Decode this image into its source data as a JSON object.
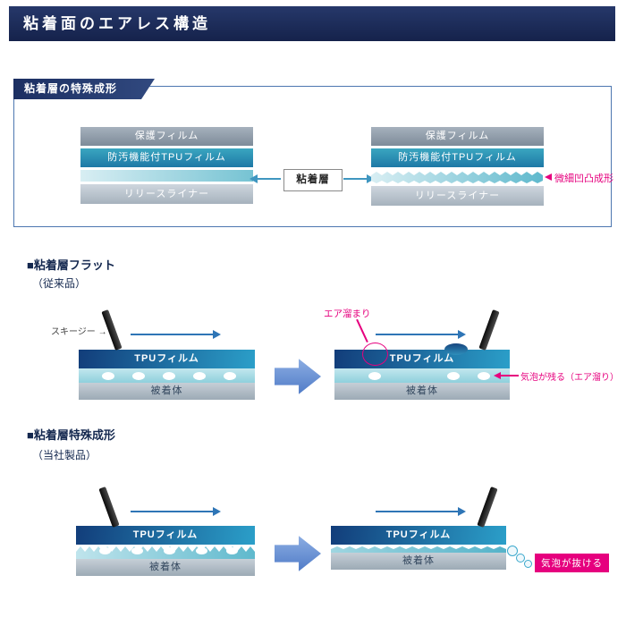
{
  "header": {
    "title": "粘着面のエアレス構造"
  },
  "panel": {
    "tab": "粘着層の特殊成形",
    "layers": {
      "protect": "保護フィルム",
      "tpu": "防汚機能付TPUフィルム",
      "liner": "リリースライナー"
    },
    "adhesive_label": "粘着層",
    "annotation": "微細凹凸成形"
  },
  "flat": {
    "heading": "■粘着層フラット",
    "subheading": "（従来品）",
    "squeegee_label": "スキージー →",
    "film": "TPUフィルム",
    "substrate": "被着体",
    "air_pocket": "エア溜まり",
    "bubble_note": "気泡が残る（エア溜り）"
  },
  "formed": {
    "heading": "■粘着層特殊成形",
    "subheading": "（当社製品）",
    "film": "TPUフィルム",
    "substrate": "被着体",
    "bubble_escape": "気泡が抜ける"
  },
  "colors": {
    "navy": "#1b2d5e",
    "accent_pink": "#e6007e",
    "layer_teal": "#2a93b8",
    "motion_arrow_blue": "#2e75b6",
    "block_arrow_blue": "#5b84cf",
    "escape_label_bg": "#e6007e"
  }
}
